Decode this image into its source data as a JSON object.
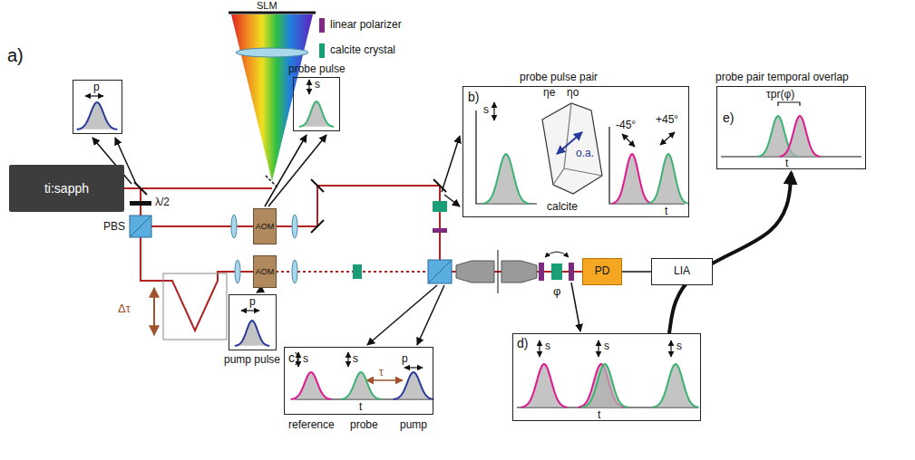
{
  "diagram": {
    "nodes": [
      {
        "text": [
          "ti:sapph"
        ]
      },
      {
        "text": [
          "p"
        ]
      },
      {
        "text": [
          "probe pulse",
          "s"
        ]
      },
      {
        "text": [
          "AOM"
        ]
      },
      {
        "text": [
          "AOM"
        ]
      },
      {
        "text": [
          "p",
          "pump pulse"
        ]
      },
      {
        "text": [
          "probe pulse pair",
          "b)",
          "s",
          "ηe",
          "ηo",
          "o.a.",
          "calcite",
          "-45°",
          "+45°",
          "t"
        ]
      },
      {
        "text": [
          "c)",
          "s",
          "s",
          "p",
          "τ",
          "t",
          "reference",
          "probe",
          "pump"
        ]
      },
      {
        "text": [
          "d)",
          "s",
          "s",
          "s",
          "t"
        ]
      },
      {
        "text": [
          "probe pair temporal overlap",
          "e)",
          "τpr(φ)",
          "t"
        ]
      },
      {
        "text": [
          "PD"
        ]
      },
      {
        "text": [
          "LIA"
        ]
      }
    ],
    "edges": [
      {
        "from": 8,
        "to": 9,
        "arrow": "to"
      },
      {
        "from": 10,
        "to": 11,
        "arrow": "none"
      }
    ],
    "labels": [
      "a)",
      "SLM",
      "λ/2",
      "PBS",
      "Δτ",
      "φ"
    ],
    "legend": [
      {
        "text": "linear polarizer",
        "color": "#7b2a80"
      },
      {
        "text": "calcite crystal",
        "color": "#1a9e78"
      }
    ]
  }
}
